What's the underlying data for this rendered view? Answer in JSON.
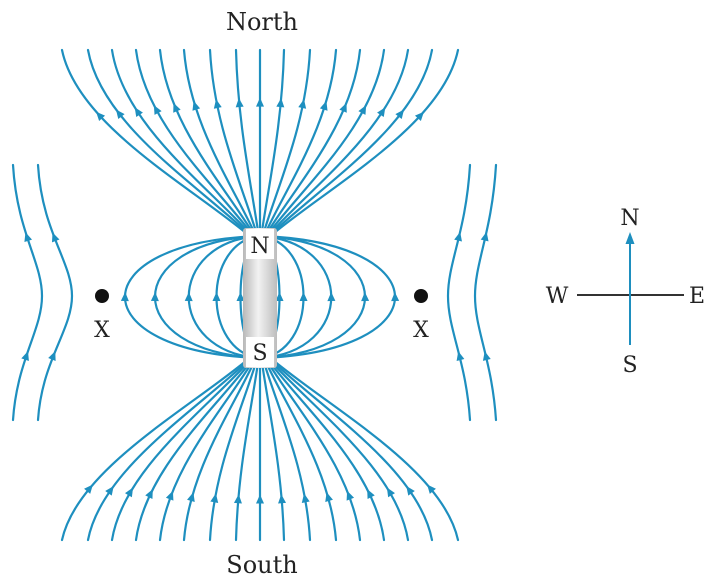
{
  "diagram": {
    "labels": {
      "top": "North",
      "bottom": "South",
      "magnet_north": "N",
      "magnet_south": "S",
      "neutral_point_left": "X",
      "neutral_point_right": "X"
    },
    "compass": {
      "north": "N",
      "south": "S",
      "east": "E",
      "west": "W"
    },
    "colors": {
      "field_lines": "#1e8fbf",
      "compass_vertical": "#1e8fbf",
      "compass_horizontal": "#333333",
      "magnet_body": "#d4d4d4",
      "neutral_point": "#111111"
    },
    "icons": {
      "magnet": "bar-magnet-icon",
      "neutral_point": "dot-icon",
      "arrow": "arrowhead-icon"
    }
  }
}
